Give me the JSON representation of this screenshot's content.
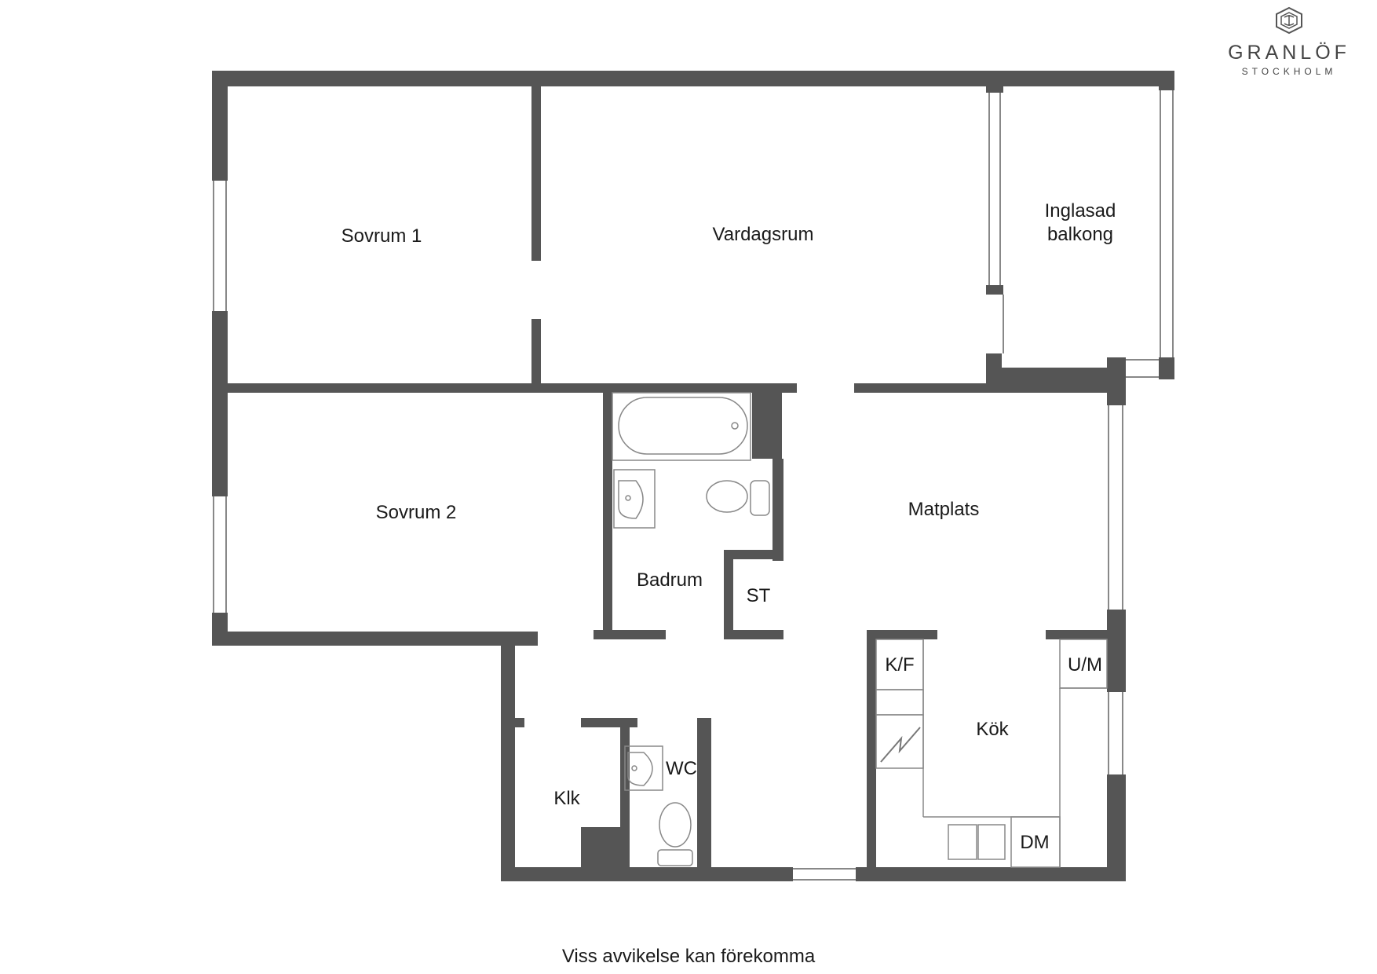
{
  "brand": {
    "name": "GRANLÖF",
    "city": "STOCKHOLM",
    "logo_icon": "hexagon-monogram-icon"
  },
  "rooms": {
    "sovrum1": "Sovrum 1",
    "vardagsrum": "Vardagsrum",
    "balkong_line1": "Inglasad",
    "balkong_line2": "balkong",
    "sovrum2": "Sovrum 2",
    "badrum": "Badrum",
    "st": "ST",
    "matplats": "Matplats",
    "kf": "K/F",
    "um": "U/M",
    "kok": "Kök",
    "dm": "DM",
    "wc": "WC",
    "klk": "Klk"
  },
  "footer": {
    "disclaimer": "Viss avvikelse kan förekomma"
  },
  "colors": {
    "wall": "#555555",
    "fixture_line": "#888888",
    "background": "#ffffff"
  }
}
